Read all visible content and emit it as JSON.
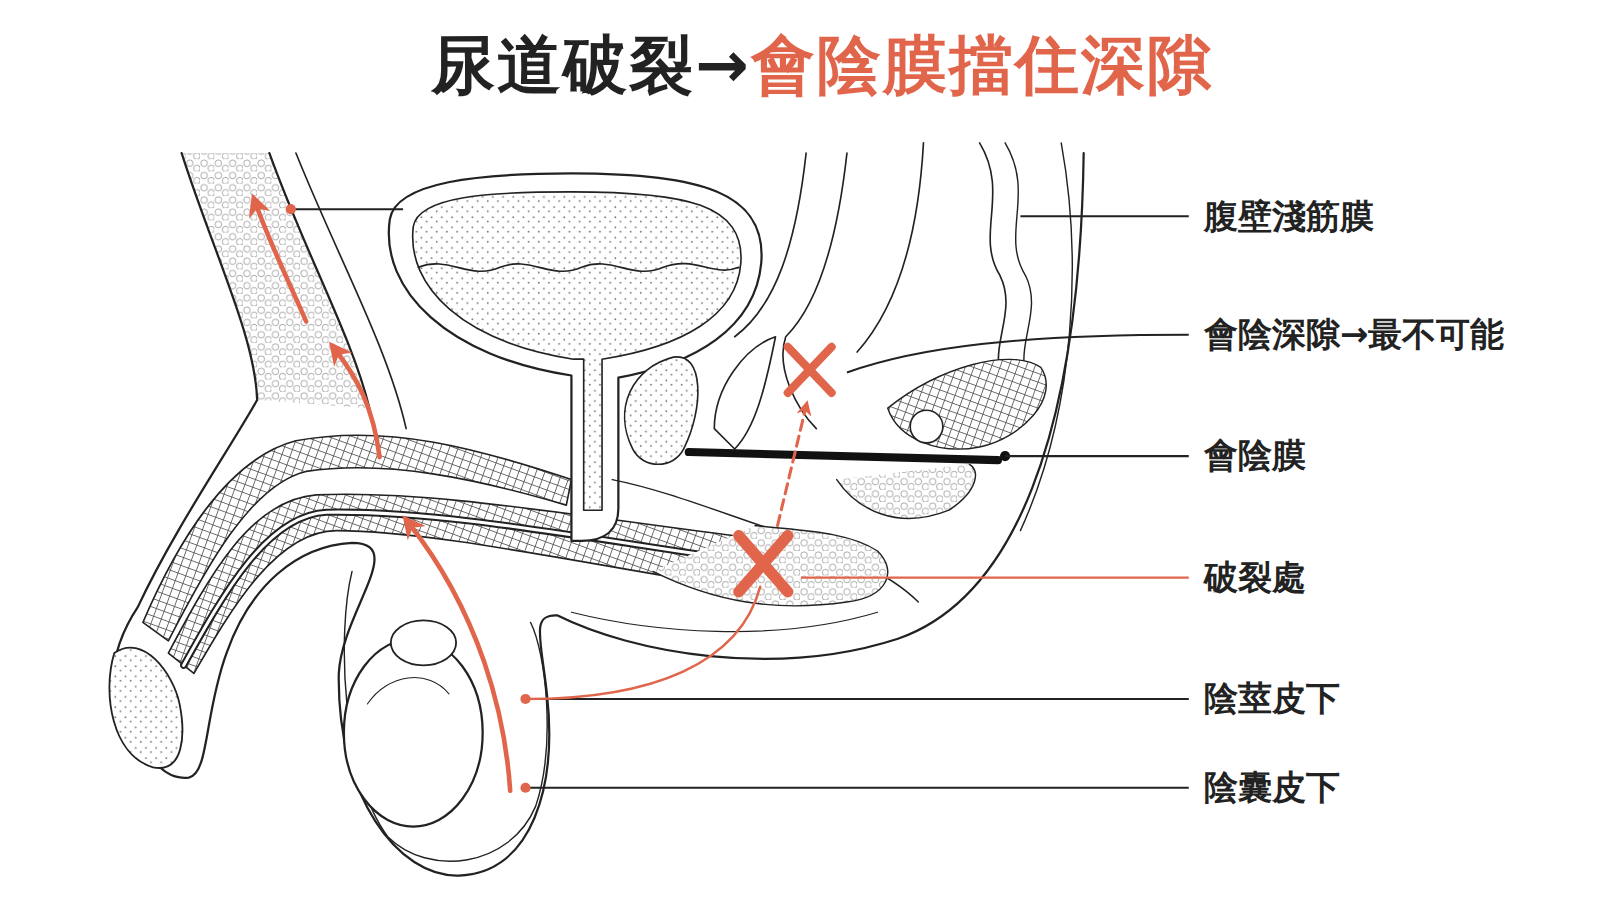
{
  "diagram": {
    "title": "尿道破裂→會陰膜擋住深隙",
    "labels": [
      "腹壁淺筋膜",
      "會陰深隙→最不可能",
      "會陰膜",
      "破裂處",
      "陰莖皮下",
      "陰囊皮下"
    ]
  }
}
